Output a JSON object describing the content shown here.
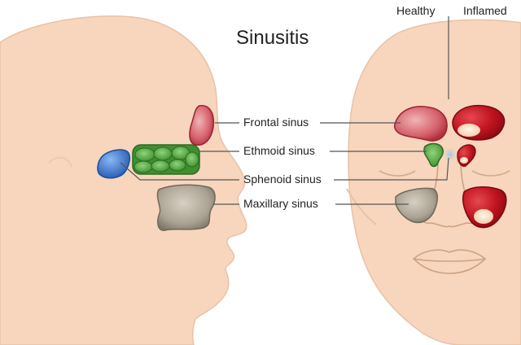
{
  "title": "Sinusitis",
  "headers": {
    "healthy": "Healthy",
    "inflamed": "Inflamed"
  },
  "labels": {
    "frontal": "Frontal sinus",
    "ethmoid": "Ethmoid sinus",
    "sphenoid": "Sphenoid sinus",
    "maxillary": "Maxillary sinus"
  },
  "colors": {
    "skin": "#f7d6bd",
    "skin_outline": "#e5c0a4",
    "frontal": "#c9404d",
    "frontal_inflamed": "#b81320",
    "ethmoid": "#4b9e3a",
    "sphenoid": "#2f6fc8",
    "maxillary": "#8f8677",
    "leader_line": "#555555"
  }
}
